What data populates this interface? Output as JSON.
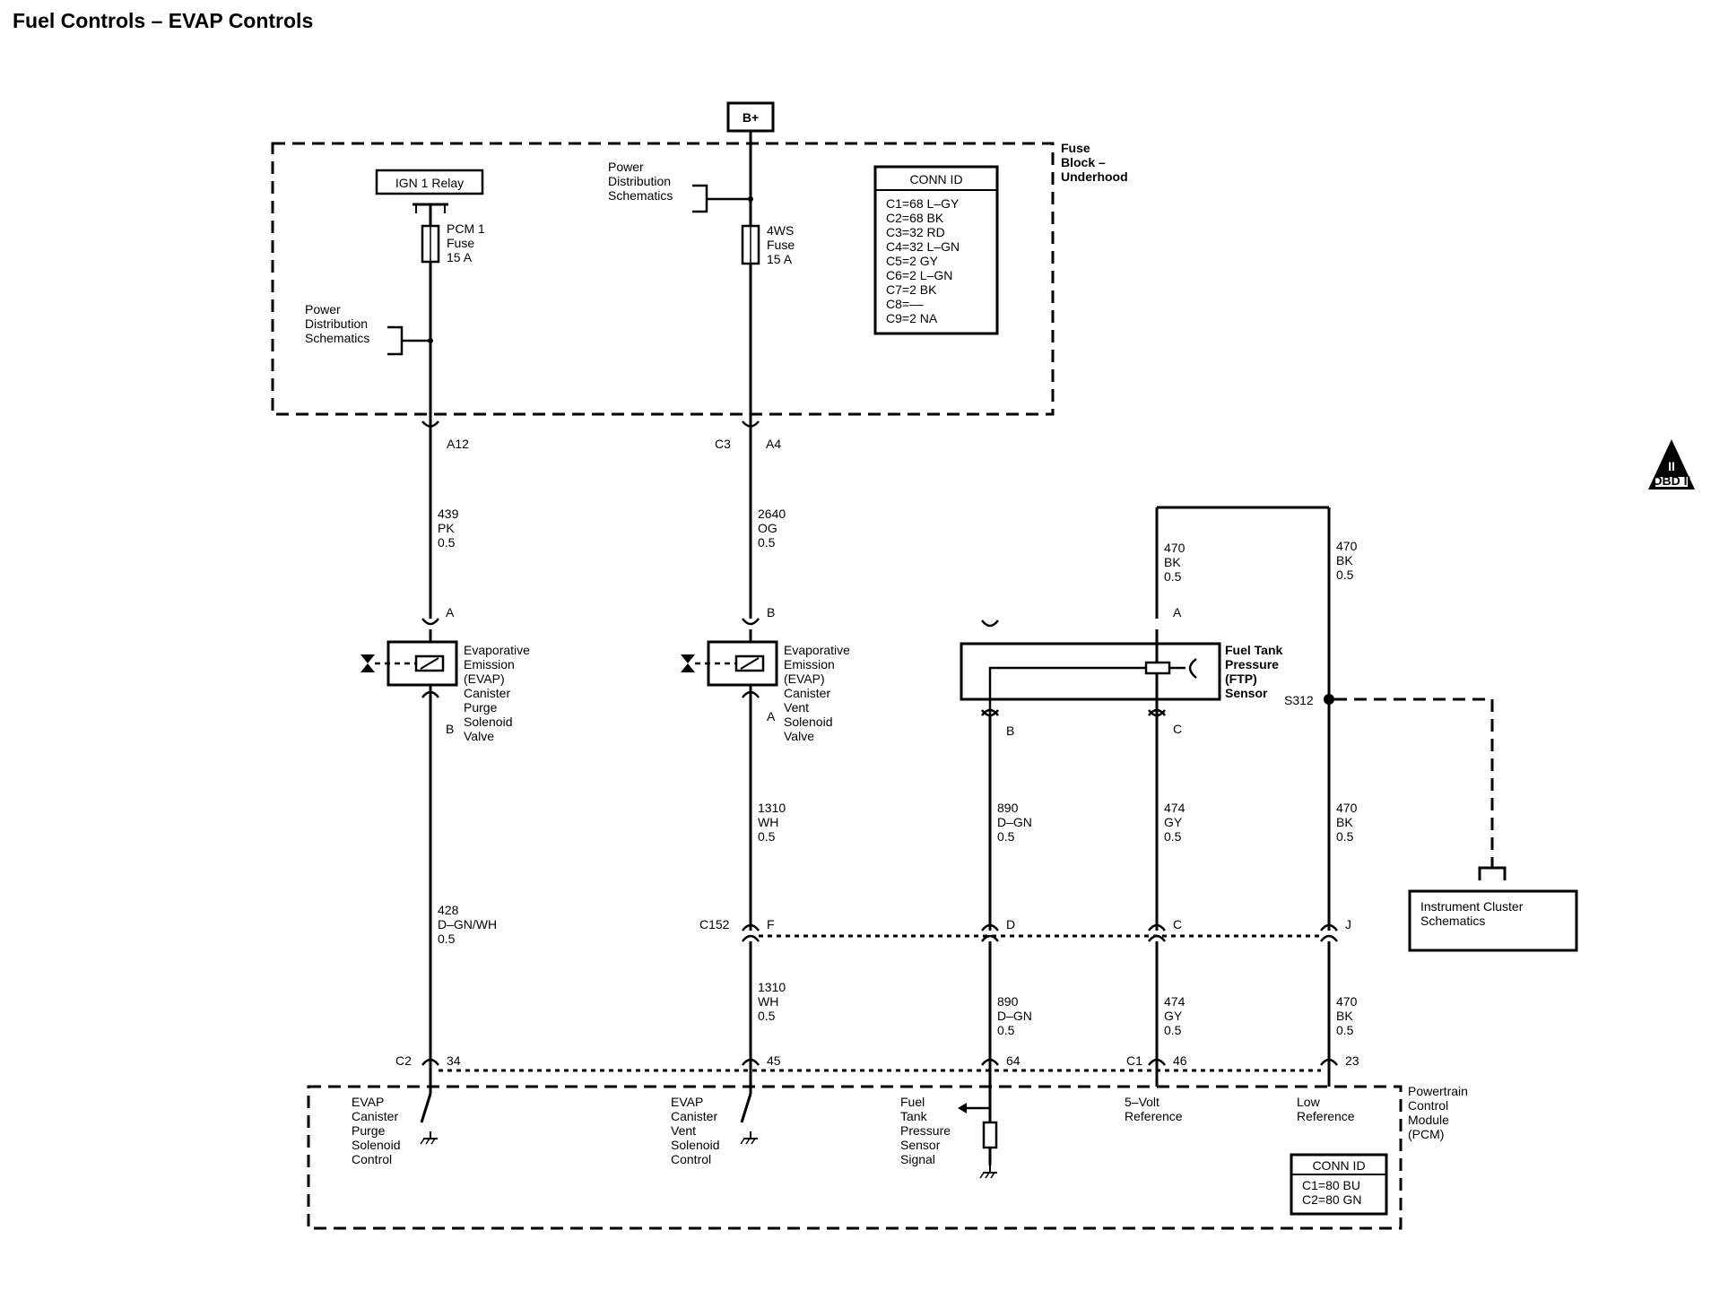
{
  "title": "Fuel Controls – EVAP Controls",
  "power": {
    "bplus": "B+"
  },
  "fuse_block": {
    "label": [
      "Fuse",
      "Block –",
      "Underhood"
    ],
    "ign_relay": "IGN 1 Relay",
    "pcm_fuse": [
      "PCM 1",
      "Fuse",
      "15 A"
    ],
    "fws_fuse": [
      "4WS",
      "Fuse",
      "15 A"
    ],
    "pds_left": [
      "Power",
      "Distribution",
      "Schematics"
    ],
    "pds_right": [
      "Power",
      "Distribution",
      "Schematics"
    ],
    "conn_id": {
      "title": "CONN ID",
      "rows": [
        "C1=68 L–GY",
        "C2=68 BK",
        "C3=32 RD",
        "C4=32 L–GN",
        "C5=2 GY",
        "C6=2 L–GN",
        "C7=2 BK",
        "C8=––",
        "C9=2 NA"
      ]
    },
    "pins": {
      "a12": "A12",
      "c3": "C3",
      "a4": "A4"
    }
  },
  "wires": {
    "w439": [
      "439",
      "PK",
      "0.5"
    ],
    "w2640": [
      "2640",
      "OG",
      "0.5"
    ],
    "w428": [
      "428",
      "D–GN/WH",
      "0.5"
    ],
    "w1310a": [
      "1310",
      "WH",
      "0.5"
    ],
    "w1310b": [
      "1310",
      "WH",
      "0.5"
    ],
    "w890a": [
      "890",
      "D–GN",
      "0.5"
    ],
    "w890b": [
      "890",
      "D–GN",
      "0.5"
    ],
    "w474a": [
      "474",
      "GY",
      "0.5"
    ],
    "w474b": [
      "474",
      "GY",
      "0.5"
    ],
    "w470a": [
      "470",
      "BK",
      "0.5"
    ],
    "w470b": [
      "470",
      "BK",
      "0.5"
    ],
    "w470c": [
      "470",
      "BK",
      "0.5"
    ],
    "w470d": [
      "470",
      "BK",
      "0.5"
    ]
  },
  "components": {
    "purge_valve": {
      "label": [
        "Evaporative",
        "Emission",
        "(EVAP)",
        "Canister",
        "Purge",
        "Solenoid",
        "Valve"
      ],
      "pin_top": "A",
      "pin_bottom": "B"
    },
    "vent_valve": {
      "label": [
        "Evaporative",
        "Emission",
        "(EVAP)",
        "Canister",
        "Vent",
        "Solenoid",
        "Valve"
      ],
      "pin_top": "B",
      "pin_bottom": "A"
    },
    "ftp_sensor": {
      "label": [
        "Fuel Tank",
        "Pressure",
        "(FTP)",
        "Sensor"
      ],
      "pin_a": "A",
      "pin_b": "B",
      "pin_c": "C"
    },
    "splice": "S312",
    "instrument_cluster": [
      "Instrument Cluster",
      "Schematics"
    ]
  },
  "c152": {
    "label": "C152",
    "pins": [
      "F",
      "D",
      "C",
      "J"
    ]
  },
  "pcm": {
    "label": [
      "Powertrain",
      "Control",
      "Module",
      "(PCM)"
    ],
    "c2": "C2",
    "c1": "C1",
    "pins": [
      "34",
      "45",
      "64",
      "46",
      "23"
    ],
    "circuits": {
      "purge": [
        "EVAP",
        "Canister",
        "Purge",
        "Solenoid",
        "Control"
      ],
      "vent": [
        "EVAP",
        "Canister",
        "Vent",
        "Solenoid",
        "Control"
      ],
      "ftp": [
        "Fuel",
        "Tank",
        "Pressure",
        "Sensor",
        "Signal"
      ],
      "ref5": [
        "5–Volt",
        "Reference"
      ],
      "lowref": [
        "Low",
        "Reference"
      ]
    },
    "conn_id": {
      "title": "CONN ID",
      "rows": [
        "C1=80 BU",
        "C2=80 GN"
      ]
    }
  },
  "obd_badge": {
    "roman": "II",
    "text": "OBD II"
  }
}
